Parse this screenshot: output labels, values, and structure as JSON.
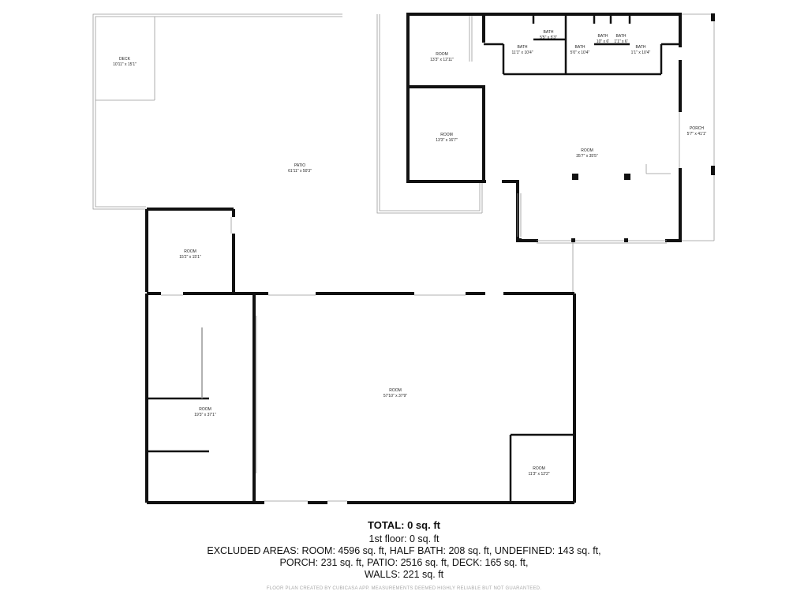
{
  "rooms": {
    "deck": {
      "name": "DECK",
      "dims": "10'11\" x 15'1\""
    },
    "patio": {
      "name": "PATIO",
      "dims": "61'11\" x 50'3\""
    },
    "room_nw_top": {
      "name": "ROOM",
      "dims": "13'3\" x 12'11\""
    },
    "room_nw_bottom": {
      "name": "ROOM",
      "dims": "13'3\" x 16'7\""
    },
    "bath_1": {
      "name": "BATH",
      "dims": "11'1\" x 10'4\""
    },
    "bath_2": {
      "name": "BATH",
      "dims": "5'5\" x 5'3\""
    },
    "bath_3": {
      "name": "BATH",
      "dims": "5'0\" x 10'4\""
    },
    "bath_4": {
      "name": "BATH",
      "dims": "10\" x 6'"
    },
    "bath_5": {
      "name": "BATH",
      "dims": "1'1\" x 6'"
    },
    "bath_6": {
      "name": "BATH",
      "dims": "1'1\" x 10'4\""
    },
    "room_east": {
      "name": "ROOM",
      "dims": "35'7\" x 35'5\""
    },
    "porch": {
      "name": "PORCH",
      "dims": "5'7\" x 41'1\""
    },
    "room_west_small": {
      "name": "ROOM",
      "dims": "15'2\" x 15'1\""
    },
    "room_west_long": {
      "name": "ROOM",
      "dims": "19'3\" x 37'1\""
    },
    "room_main": {
      "name": "ROOM",
      "dims": "57'10\" x 37'9\""
    },
    "room_corner": {
      "name": "ROOM",
      "dims": "11'3\" x 12'2\""
    }
  },
  "summary": {
    "title": "TOTAL: 0 sq. ft",
    "floor": "1st floor: 0 sq. ft",
    "excluded_1": "EXCLUDED AREAS: ROOM: 4596 sq. ft, HALF BATH: 208 sq. ft, UNDEFINED: 143 sq. ft,",
    "excluded_2": "PORCH: 231 sq. ft, PATIO: 2516 sq. ft, DECK: 165 sq. ft,",
    "walls": "WALLS: 221 sq. ft"
  },
  "disclaimer": "FLOOR PLAN CREATED BY CUBICASA APP. MEASUREMENTS DEEMED HIGHLY RELIABLE BUT NOT GUARANTEED."
}
